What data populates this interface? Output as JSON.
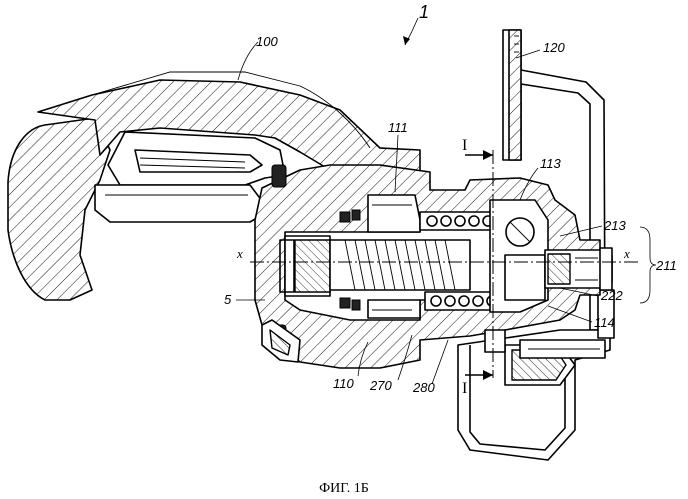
{
  "figure": {
    "caption": "ФИГ. 1Б",
    "section_mark": "I",
    "axis_mark": "x",
    "references": {
      "r1": "1",
      "r100": "100",
      "r120": "120",
      "r111": "111",
      "r113": "113",
      "r213": "213",
      "r211": "211",
      "r222": "222",
      "r114": "114",
      "r5": "5",
      "r110": "110",
      "r270": "270",
      "r280": "280"
    }
  }
}
